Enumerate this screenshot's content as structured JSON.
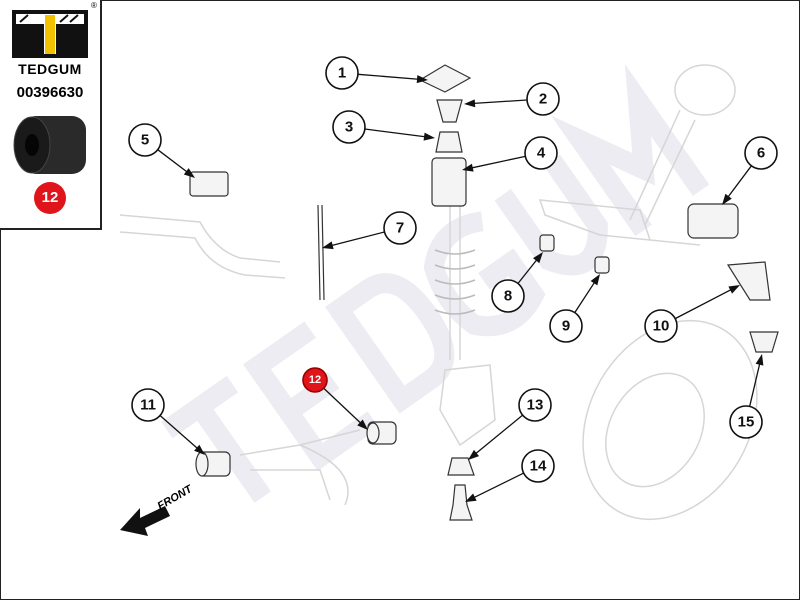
{
  "brand": {
    "name": "TEDGUM",
    "registered_mark": "®",
    "part_number": "00396630",
    "highlight_part": "12",
    "accent_color": "#e0141b",
    "logo_yellow": "#f2c200"
  },
  "diagram": {
    "watermark": "TEDGUM",
    "front_label": "FRONT",
    "callouts": [
      "1",
      "2",
      "3",
      "4",
      "5",
      "6",
      "7",
      "8",
      "9",
      "10",
      "11",
      "12",
      "13",
      "14",
      "15"
    ]
  }
}
